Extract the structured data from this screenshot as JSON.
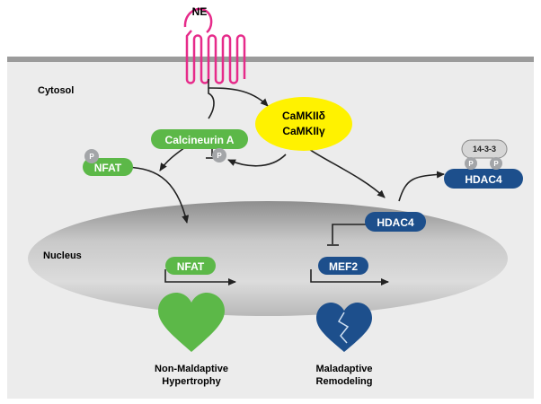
{
  "ligand": "NE",
  "compartments": {
    "cytosol": "Cytosol",
    "nucleus": "Nucleus"
  },
  "proteins": {
    "calcineurin": "Calcineurin A",
    "camkii_delta": "CaMKIIδ",
    "camkii_gamma": "CaMKIIγ",
    "nfat_cytosol": "NFAT",
    "nfat_nucleus": "NFAT",
    "hdac4_nucleus": "HDAC4",
    "hdac4_cytosol": "HDAC4",
    "mef2": "MEF2",
    "adapter_14_3_3": "14-3-3"
  },
  "phospho_label": "P",
  "outcomes": {
    "healthy_line1": "Non-Maldaptive",
    "healthy_line2": "Hypertrophy",
    "disease_line1": "Maladaptive",
    "disease_line2": "Remodeling"
  },
  "colors": {
    "green": "#5cb848",
    "blue": "#1d4f8c",
    "yellow": "#fff200",
    "gray_phospho": "#a3a5a8",
    "cell_bg": "#ececec"
  }
}
